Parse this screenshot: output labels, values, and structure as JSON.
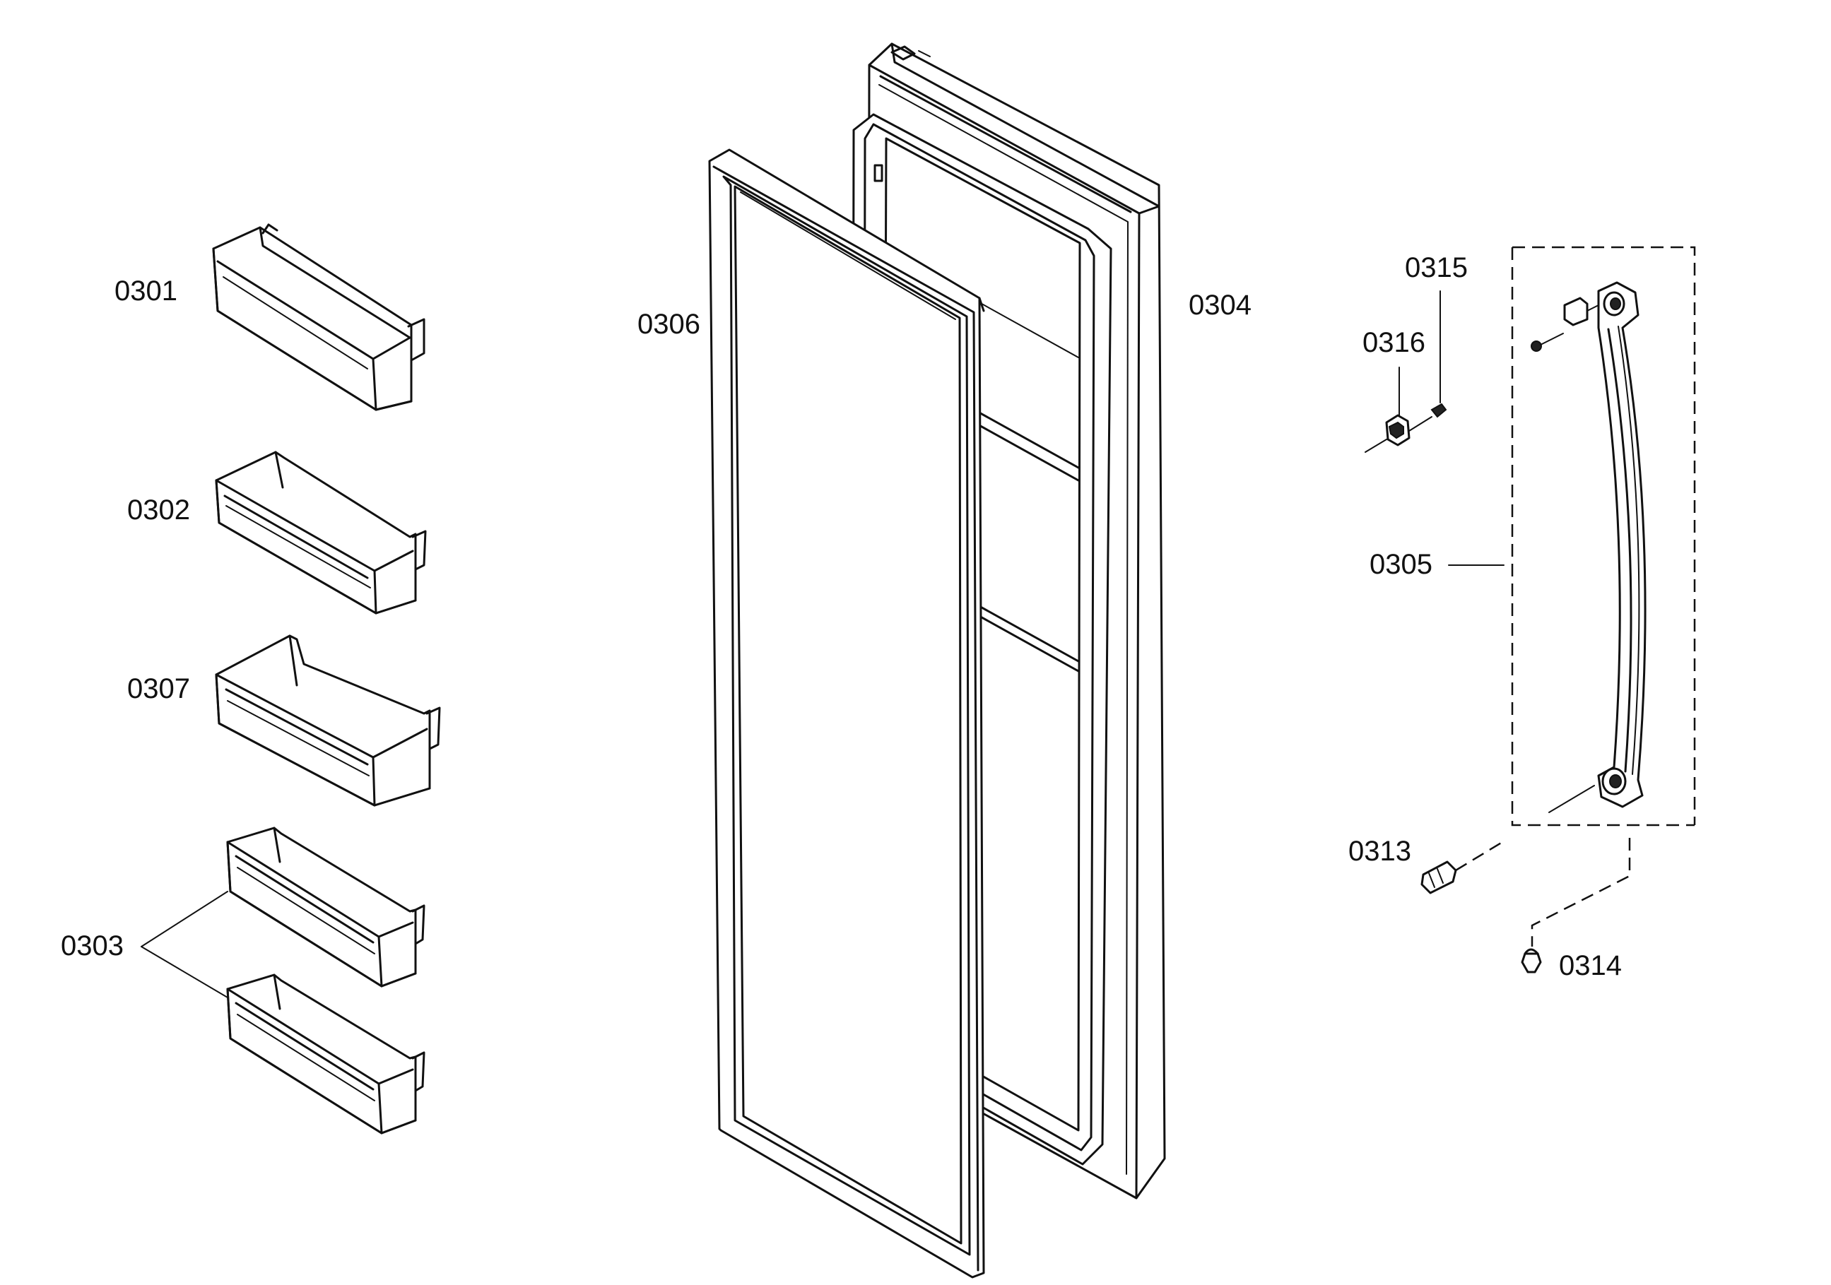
{
  "labels": {
    "p0301": "0301",
    "p0302": "0302",
    "p0307": "0307",
    "p0303": "0303",
    "p0306": "0306",
    "p0304": "0304",
    "p0315": "0315",
    "p0316": "0316",
    "p0305": "0305",
    "p0313": "0313",
    "p0314": "0314"
  }
}
